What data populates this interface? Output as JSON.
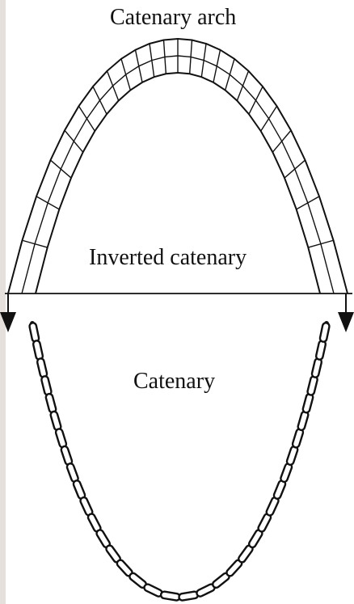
{
  "diagram": {
    "labels": {
      "arch": "Catenary arch",
      "inverted": "Inverted catenary",
      "catenary": "Catenary"
    },
    "colors": {
      "background": "#e6e0dc",
      "panel": "#ffffff",
      "ink": "#111111"
    }
  }
}
